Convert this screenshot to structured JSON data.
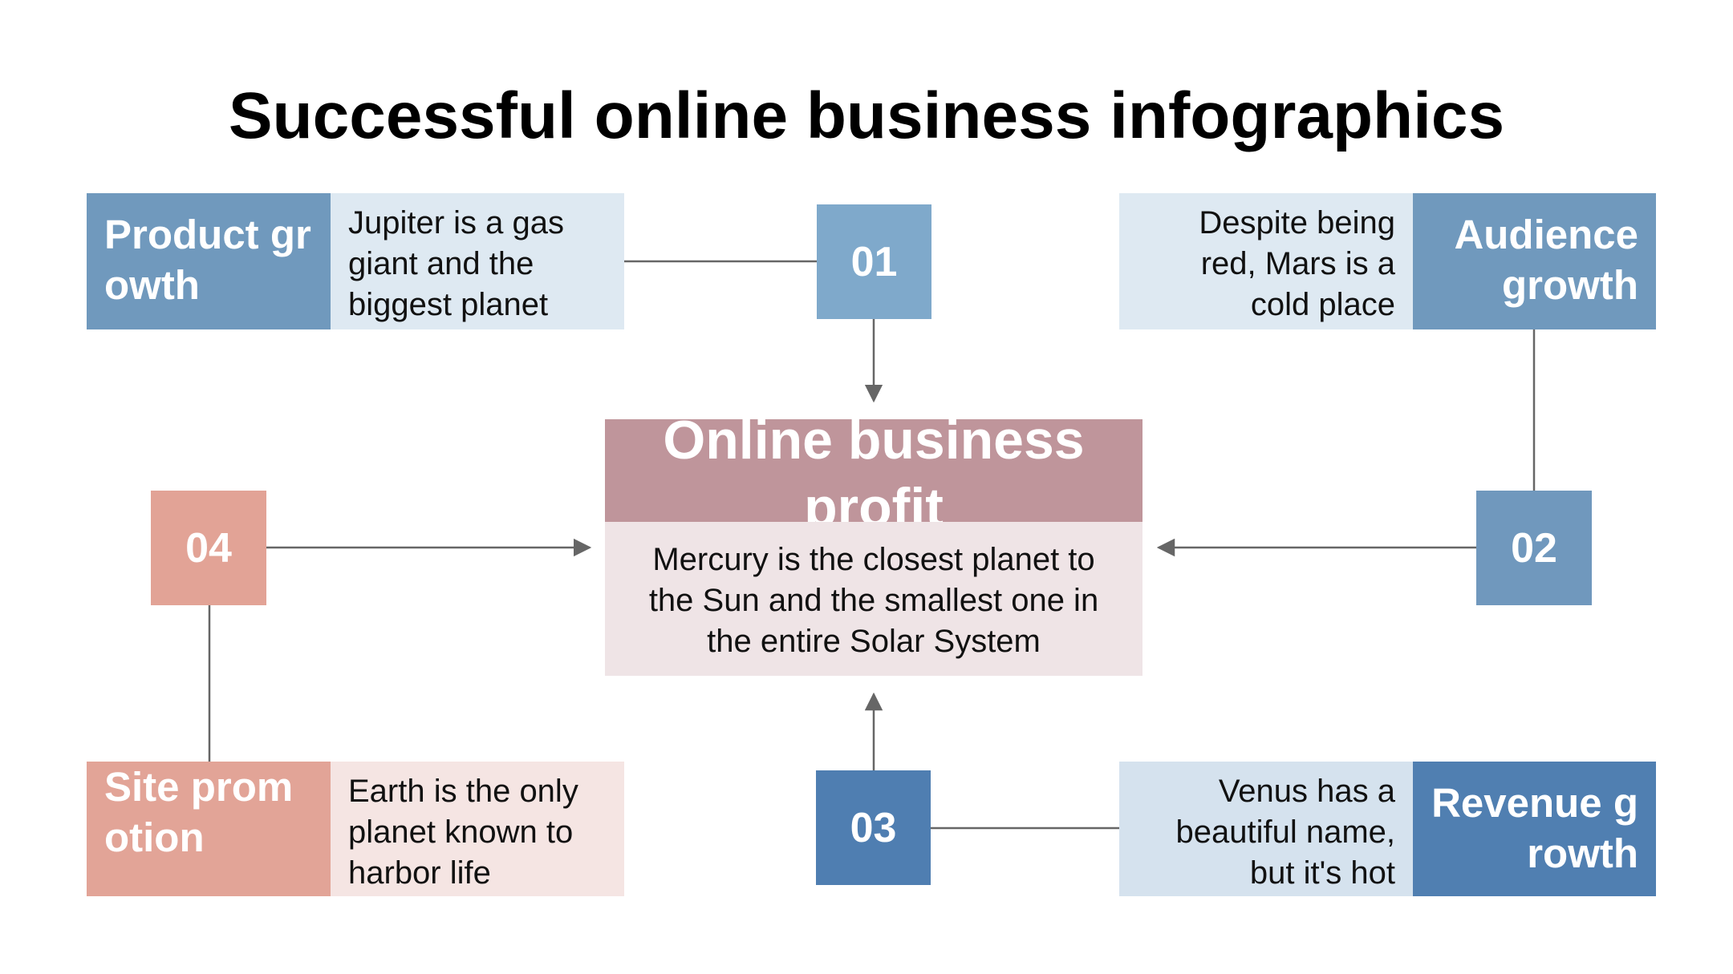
{
  "title": "Successful online business infographics",
  "center": {
    "heading": "Online business profit",
    "text": "Mercury is the closest planet to the Sun and the smallest one in the entire Solar System"
  },
  "steps": [
    {
      "number": "01",
      "label": "Product growth",
      "text": "Jupiter is a gas giant and the biggest planet"
    },
    {
      "number": "02",
      "label": "Audience growth",
      "text": "Despite being red, Mars is a cold place"
    },
    {
      "number": "03",
      "label": "Revenue growth",
      "text": "Venus has a beautiful name, but it's hot"
    },
    {
      "number": "04",
      "label": "Site promotion",
      "text": "Earth is the only planet known to harbor life"
    }
  ],
  "colors": {
    "blue_label": "#7099bd",
    "blue_light": "#dee9f2",
    "blue_number": "#7fa9cb",
    "steel_number": "#7098bd",
    "revenue_label": "#507fb1",
    "revenue_light": "#d5e2ee",
    "dark_number": "#4f7eb1",
    "rose_label": "#e2a497",
    "rose_light": "#f5e5e3",
    "rose_number": "#e2a396",
    "center_head": "#bf959b",
    "center_body": "#efe4e6",
    "connector": "#666666"
  }
}
